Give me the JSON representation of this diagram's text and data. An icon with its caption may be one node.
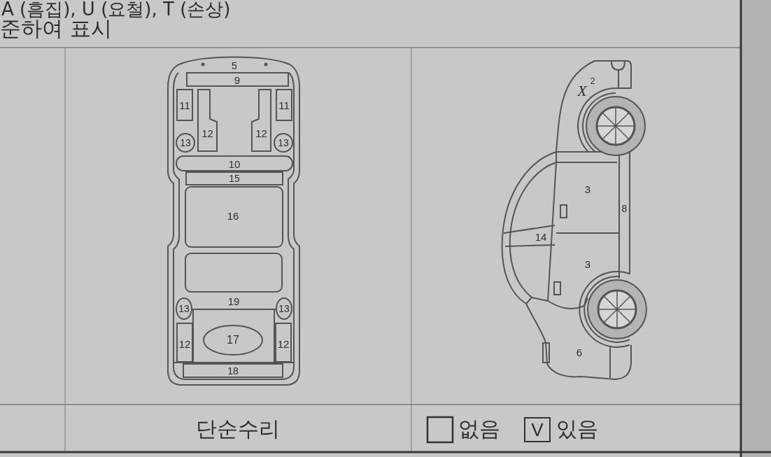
{
  "diagram": {
    "labels": [
      "A (흠집), U (요철), T (손상)",
      "준하여 표시",
      "5",
      "9",
      "11",
      "12",
      "12",
      "11",
      "13",
      "13",
      "10",
      "15",
      "16",
      "19",
      "13",
      "13",
      "12",
      "17",
      "12",
      "18",
      "X",
      "2",
      "3",
      "8",
      "14",
      "3",
      "6",
      "단순수리",
      "없음",
      "V",
      "있음"
    ]
  }
}
